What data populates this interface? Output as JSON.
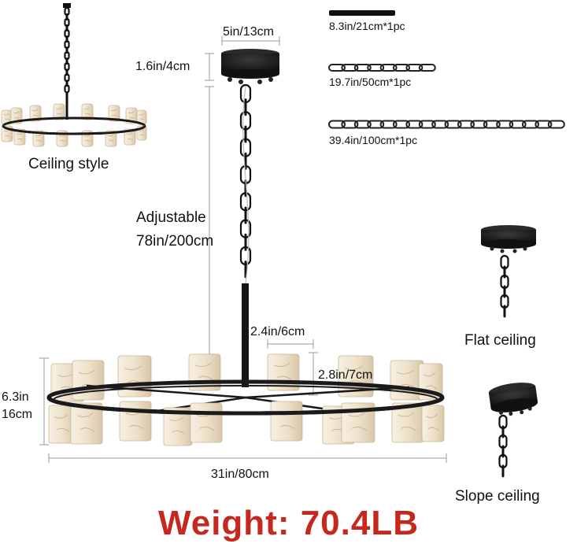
{
  "labels": {
    "canopy_width": "5in/13cm",
    "canopy_height": "1.6in/4cm",
    "rod_length": "8.3in/21cm*1pc",
    "chain_short": "19.7in/50cm*1pc",
    "chain_long": "39.4in/100cm*1pc",
    "ceiling_style": "Ceiling style",
    "adjustable_title": "Adjustable",
    "adjustable_value": "78in/200cm",
    "shade_width": "2.4in/6cm",
    "shade_height": "2.8in/7cm",
    "body_height_in": "6.3in",
    "body_height_cm": "16cm",
    "diameter": "31in/80cm",
    "flat_ceiling": "Flat ceiling",
    "slope_ceiling": "Slope ceiling",
    "weight": "Weight: 70.4LB"
  },
  "colors": {
    "metal": "#1a1a1a",
    "alabaster": "#efe3cf",
    "alabaster_vein": "#b9a58a",
    "dimension_line": "#9a9a9a",
    "weight_text": "#c6281d"
  }
}
